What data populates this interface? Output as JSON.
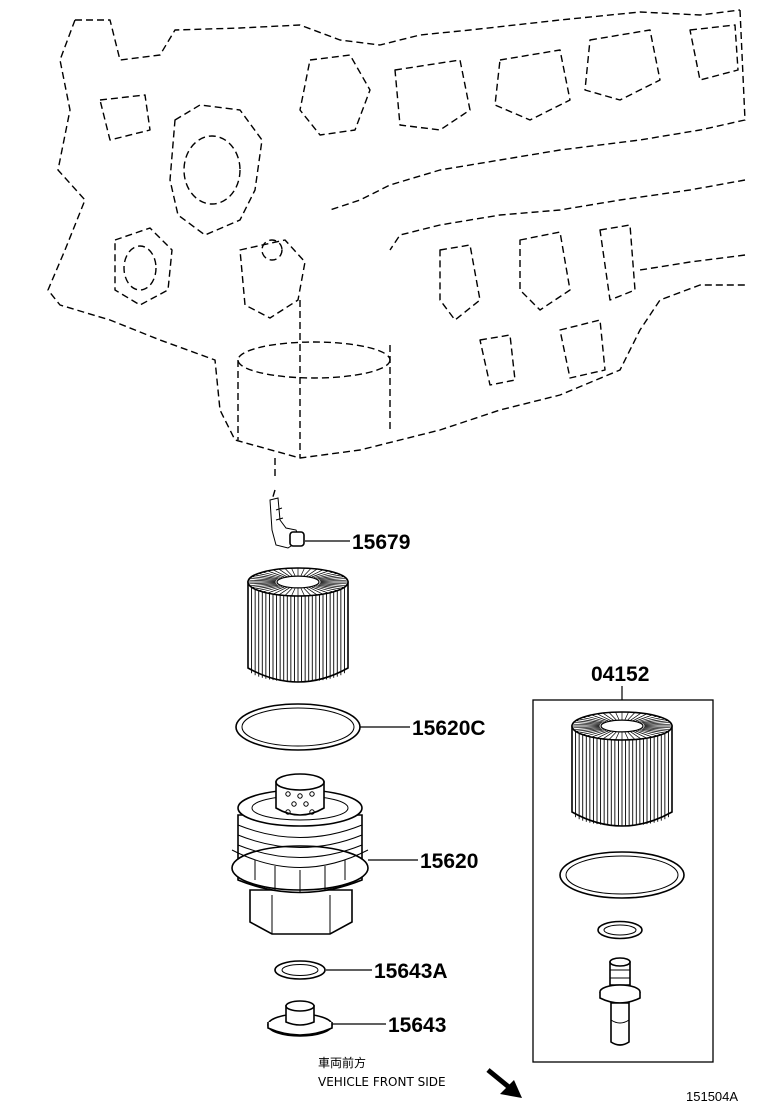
{
  "parts": [
    {
      "id": "15679",
      "label": "15679"
    },
    {
      "id": "15620C",
      "label": "15620C"
    },
    {
      "id": "15620",
      "label": "15620"
    },
    {
      "id": "15643A",
      "label": "15643A"
    },
    {
      "id": "15643",
      "label": "15643"
    },
    {
      "id": "04152",
      "label": "04152"
    }
  ],
  "direction": {
    "japanese": "車両前方",
    "english": "VEHICLE FRONT SIDE",
    "icon": "arrow-down-right-icon"
  },
  "diagram_code": "151504A"
}
